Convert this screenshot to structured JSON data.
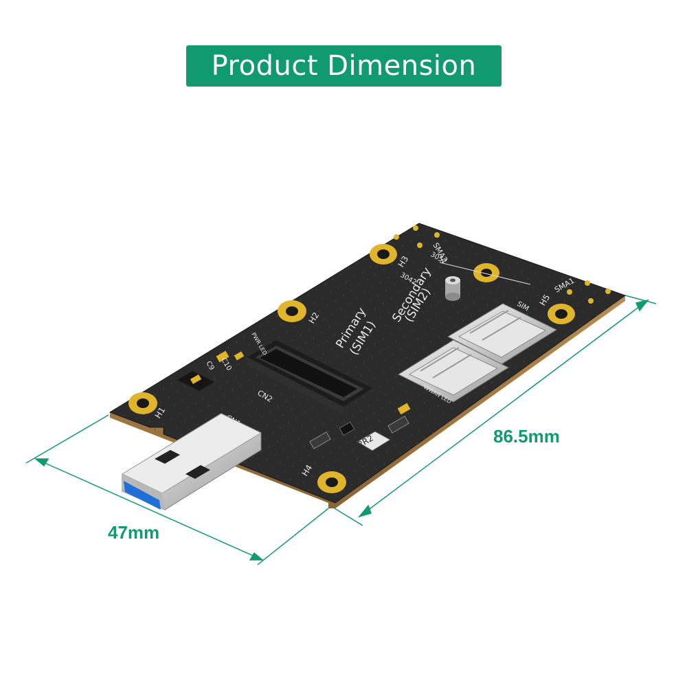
{
  "title": "Product Dimension",
  "dimensions": {
    "length": "86.5mm",
    "width": "47mm"
  },
  "board": {
    "primary_label": "Primary",
    "primary_sub": "(SIM1)",
    "secondary_label": "Secondary",
    "secondary_sub": "(SIM2)",
    "holes": [
      "H1",
      "H2",
      "H3",
      "H4",
      "H5"
    ],
    "antennas": [
      "SMA1",
      "SMA2"
    ],
    "slot_label": "CN2",
    "usb_label": "CN1",
    "sim_label": "SIM",
    "inductor_label": "2R2",
    "caps": [
      "C9",
      "C10"
    ],
    "leds": [
      "PWR LED",
      "WWAN LED"
    ],
    "size_labels": [
      "3042",
      "3052"
    ]
  },
  "colors": {
    "accent": "#129a6f",
    "pcb": "#2b2b2b",
    "gold": "#e0b52c",
    "usb_blue": "#1f6fd8"
  }
}
